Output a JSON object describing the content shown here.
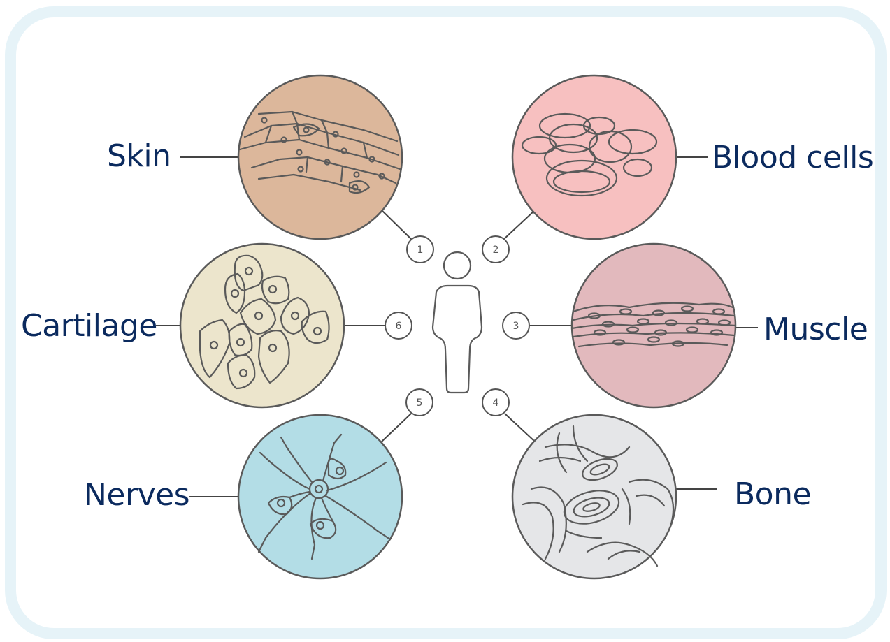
{
  "panel": {
    "border_color": "#e6f3f8"
  },
  "figure": {
    "stroke_color": "#5a5a5a",
    "label_color": "#0b2a5e"
  },
  "tissues": [
    {
      "number": "1",
      "label": "Skin",
      "fill": "#dcb79b",
      "icon": "skin-cells-icon"
    },
    {
      "number": "2",
      "label": "Blood cells",
      "fill": "#f7c0c0",
      "icon": "blood-cells-icon"
    },
    {
      "number": "3",
      "label": "Muscle",
      "fill": "#e2b9bd",
      "icon": "muscle-fibers-icon"
    },
    {
      "number": "4",
      "label": "Bone",
      "fill": "#e5e6e8",
      "icon": "bone-tissue-icon"
    },
    {
      "number": "5",
      "label": "Nerves",
      "fill": "#b3dde6",
      "icon": "nerve-cells-icon"
    },
    {
      "number": "6",
      "label": "Cartilage",
      "fill": "#ece5cc",
      "icon": "cartilage-cells-icon"
    }
  ]
}
